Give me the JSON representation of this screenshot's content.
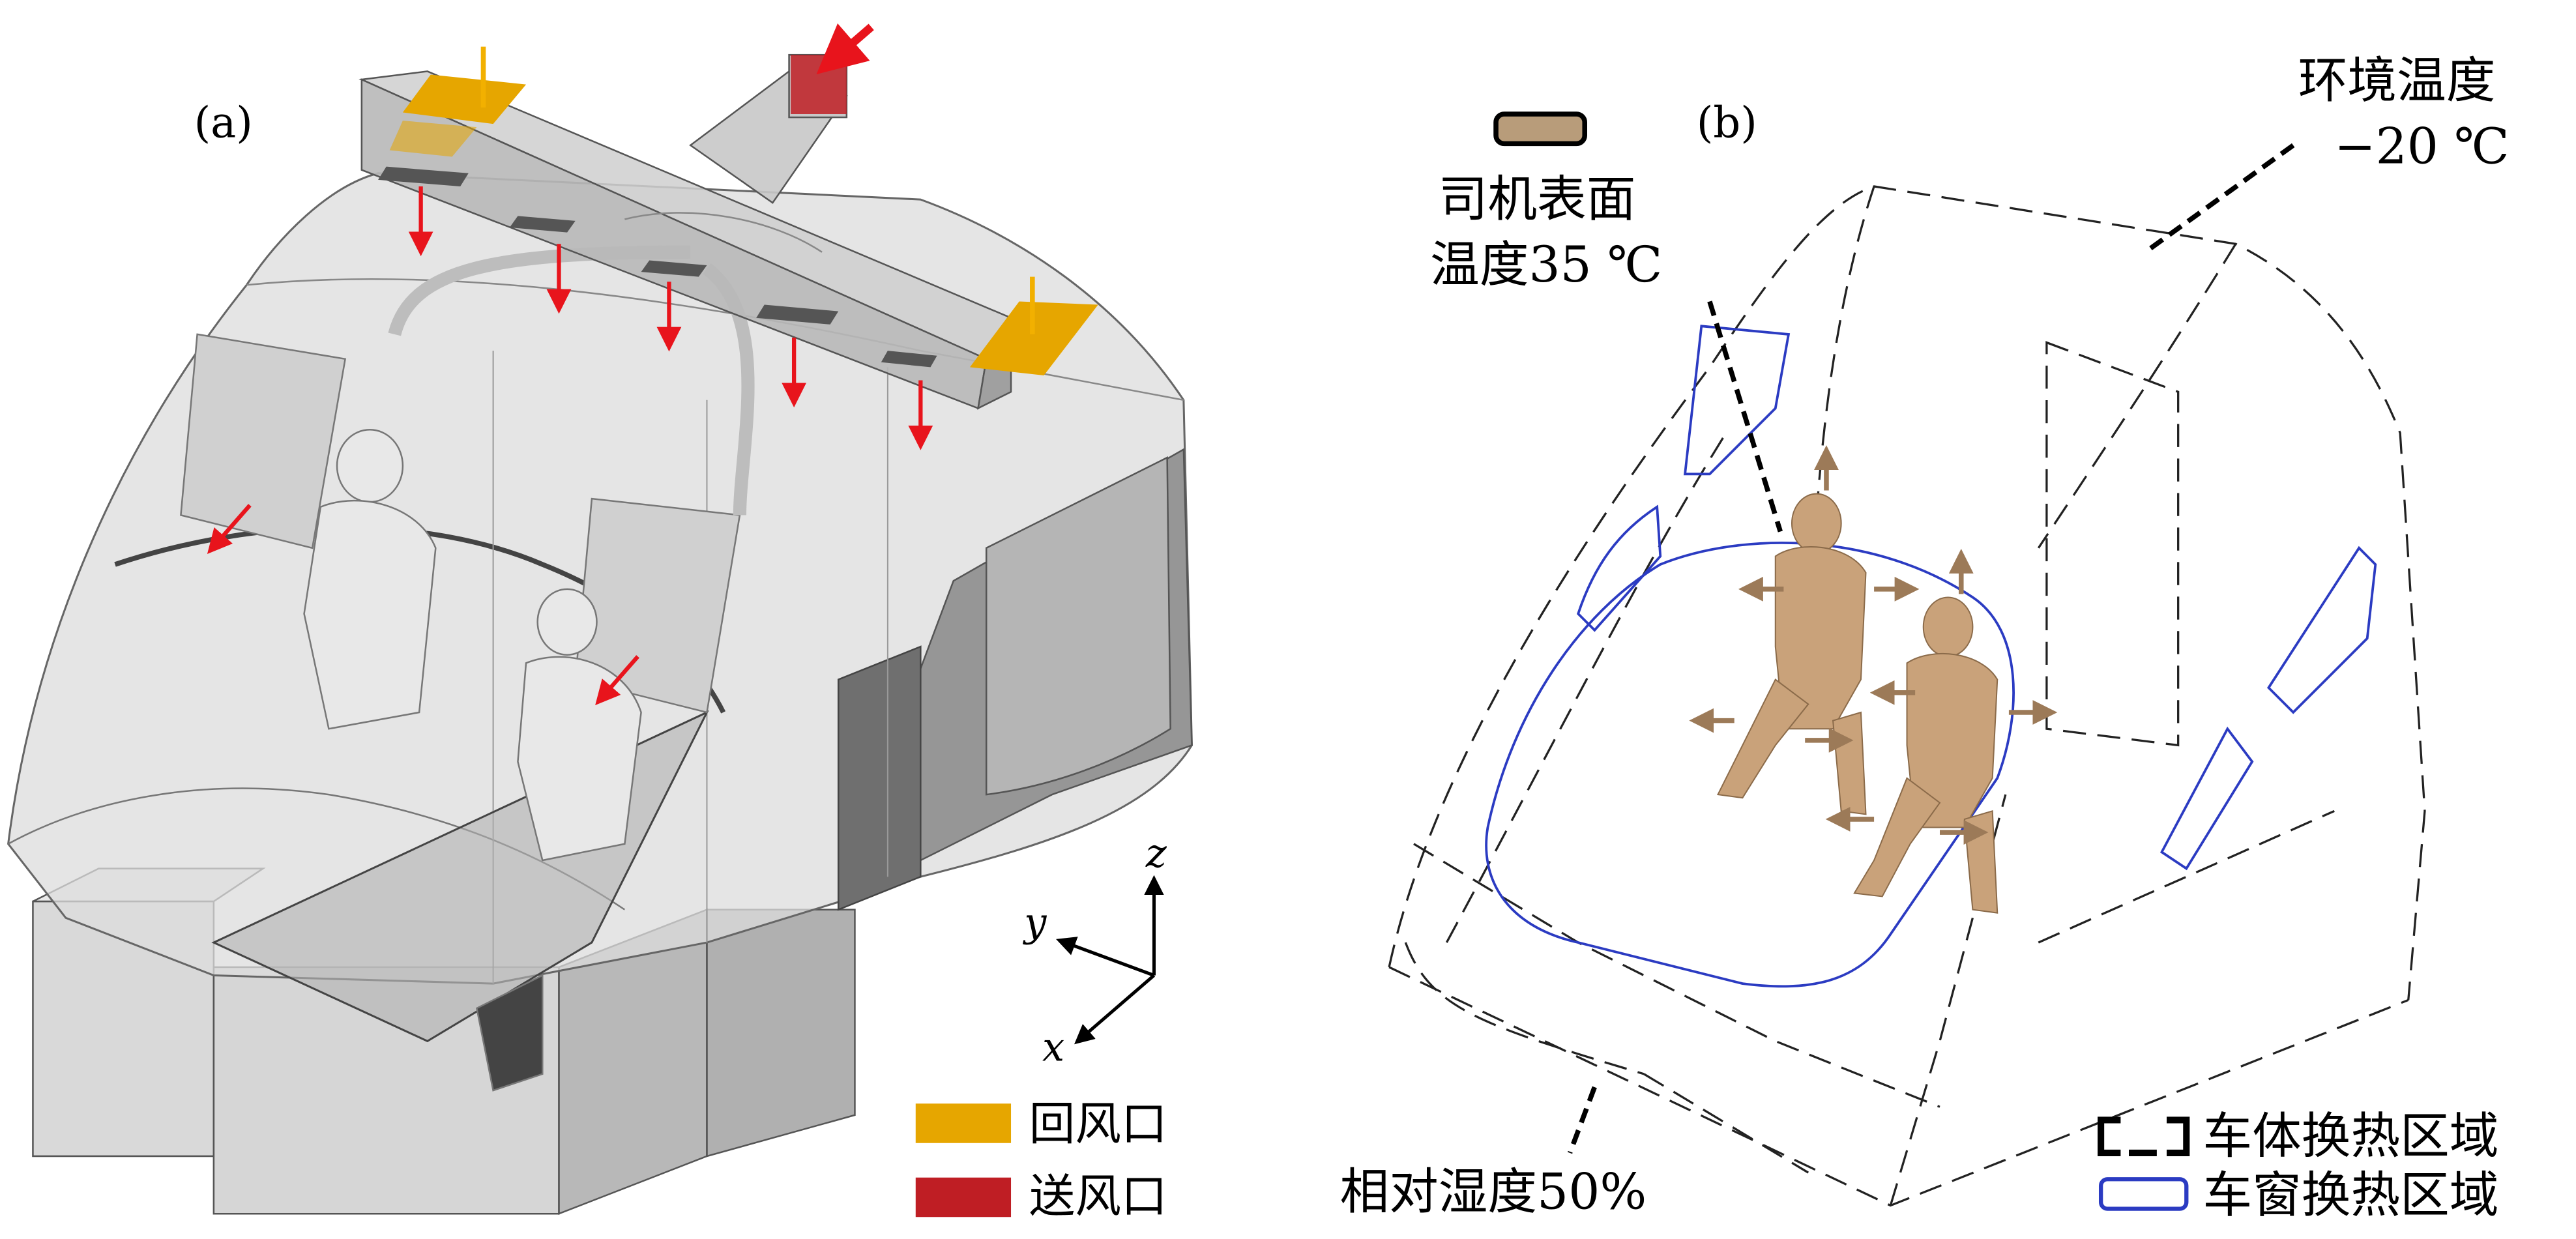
{
  "panels": {
    "a": {
      "label": "(a)"
    },
    "b": {
      "label": "(b)"
    }
  },
  "axes": {
    "z": "z",
    "y": "y",
    "x": "x"
  },
  "legend_a": [
    {
      "label": "回风口",
      "color": "#e6a600"
    },
    {
      "label": "送风口",
      "color": "#bf1e24"
    }
  ],
  "annotations_b": {
    "driver_temp_line1": "司机表面",
    "driver_temp_line2": "温度35 ℃",
    "ambient_line1": "环境温度",
    "ambient_line2": "−20 ℃",
    "humidity": "相对湿度50%"
  },
  "legend_b": [
    {
      "label": "车体换热区域",
      "style": "dashed-black"
    },
    {
      "label": "车窗换热区域",
      "style": "solid-blue"
    }
  ],
  "colors": {
    "return_vent": "#e6a600",
    "supply_vent": "#bf1e24",
    "arrow_red": "#e8141c",
    "figure_skin": "#c9a27a",
    "heat_arrow": "#9c7a58",
    "window_blue": "#2b3bc2"
  }
}
